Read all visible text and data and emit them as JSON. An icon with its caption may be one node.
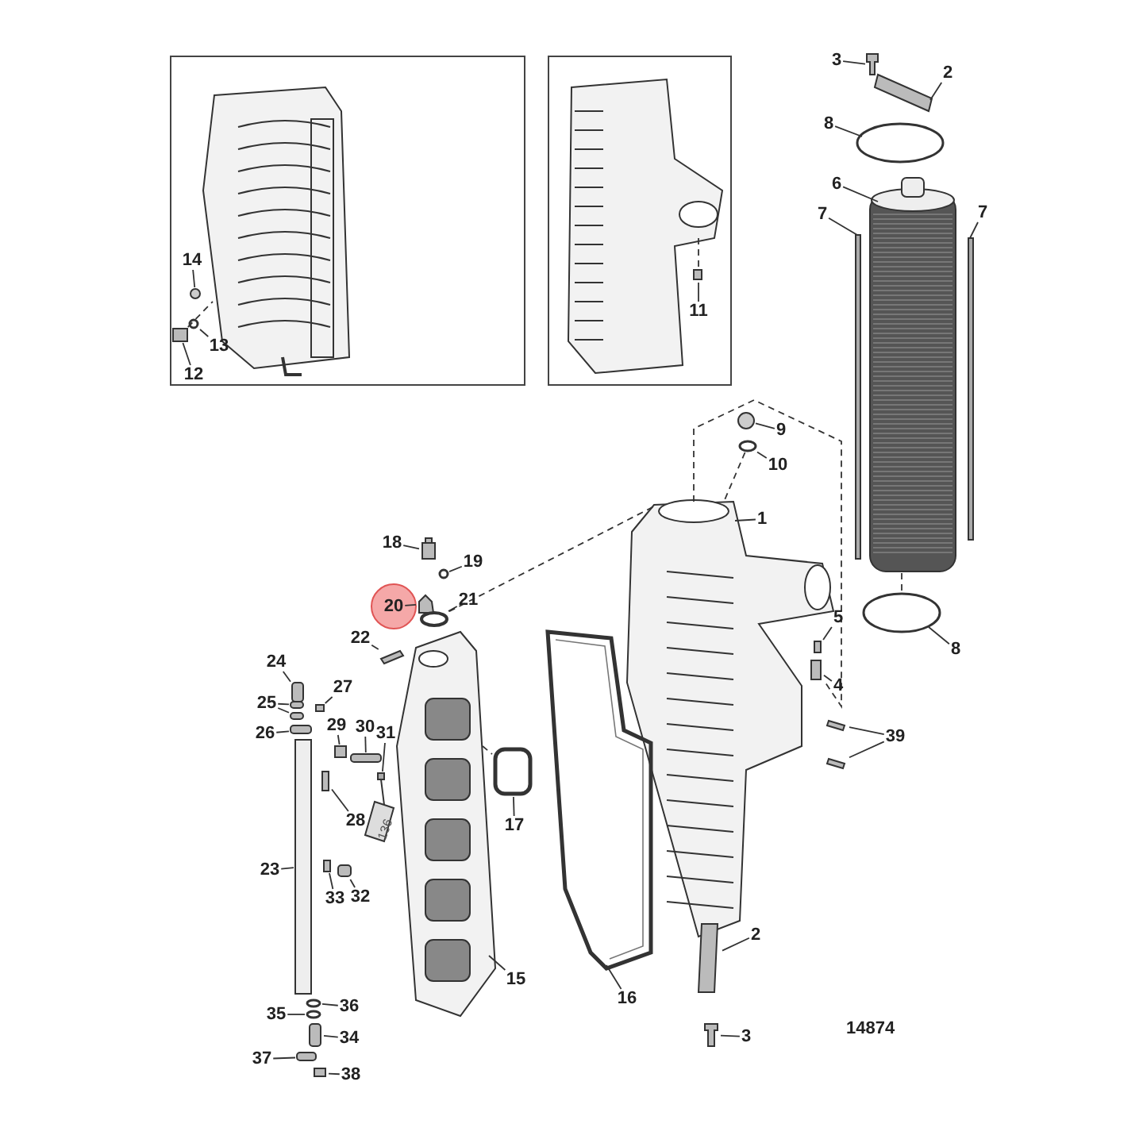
{
  "diagram": {
    "nodes": [
      {
        "text": [],
        "shape": "box"
      },
      {
        "text": [],
        "shape": "box"
      },
      {
        "text": [
          "14"
        ],
        "in": 0
      },
      {
        "text": [
          "13"
        ],
        "in": 0
      },
      {
        "text": [
          "12"
        ],
        "in": 0
      },
      {
        "text": [
          "11"
        ],
        "in": 1
      },
      {
        "text": [
          "3"
        ]
      },
      {
        "text": [
          "2"
        ]
      },
      {
        "text": [
          "8"
        ]
      },
      {
        "text": [
          "6"
        ]
      },
      {
        "text": [
          "7"
        ]
      },
      {
        "text": [
          "7"
        ]
      },
      {
        "text": [
          "9"
        ]
      },
      {
        "text": [
          "10"
        ]
      },
      {
        "text": [
          "1"
        ]
      },
      {
        "text": [
          "18"
        ]
      },
      {
        "text": [
          "19"
        ]
      },
      {
        "text": [
          "20"
        ]
      },
      {
        "text": [
          "21"
        ]
      },
      {
        "text": [
          "5"
        ]
      },
      {
        "text": [
          "22"
        ]
      },
      {
        "text": [
          "8"
        ]
      },
      {
        "text": [
          "24"
        ]
      },
      {
        "text": [
          "4"
        ]
      },
      {
        "text": [
          "27"
        ]
      },
      {
        "text": [
          "25"
        ]
      },
      {
        "text": [
          "29"
        ]
      },
      {
        "text": [
          "30"
        ]
      },
      {
        "text": [
          "26"
        ]
      },
      {
        "text": [
          "39"
        ]
      },
      {
        "text": [
          "31"
        ]
      },
      {
        "text": [
          "28"
        ]
      },
      {
        "text": [
          "17"
        ]
      },
      {
        "text": [
          "23"
        ]
      },
      {
        "text": [
          "33"
        ]
      },
      {
        "text": [
          "32"
        ]
      },
      {
        "text": [
          "2"
        ]
      },
      {
        "text": [
          "15"
        ]
      },
      {
        "text": [
          "16"
        ]
      },
      {
        "text": [
          "36"
        ]
      },
      {
        "text": [
          "35"
        ]
      },
      {
        "text": [
          "3"
        ]
      },
      {
        "text": [
          "34"
        ]
      },
      {
        "text": [
          "37"
        ]
      },
      {
        "text": [
          "38"
        ]
      },
      {
        "text": [],
        "shape": "picture",
        "in": 0
      },
      {
        "text": [],
        "shape": "box",
        "in": 0
      },
      {
        "text": [],
        "shape": "circle",
        "in": 0
      },
      {
        "text": [],
        "shape": "circle",
        "in": 0
      },
      {
        "text": [],
        "shape": "picture",
        "in": 1
      },
      {
        "text": [],
        "shape": "box",
        "in": 1
      },
      {
        "text": [],
        "shape": "box"
      },
      {
        "text": [],
        "shape": "box"
      },
      {
        "text": [],
        "shape": "circle"
      },
      {
        "text": [],
        "shape": "cylinder"
      },
      {
        "text": [],
        "shape": "bar"
      },
      {
        "text": [],
        "shape": "bar"
      },
      {
        "text": [],
        "shape": "circle"
      },
      {
        "text": [],
        "shape": "circle"
      },
      {
        "text": [],
        "shape": "picture"
      },
      {
        "text": [],
        "shape": "box"
      },
      {
        "text": [],
        "shape": "circle"
      },
      {
        "text": [],
        "shape": "box"
      },
      {
        "text": [],
        "shape": "circle"
      },
      {
        "text": [],
        "shape": "box"
      },
      {
        "text": [],
        "shape": "box"
      },
      {
        "text": [],
        "shape": "circle"
      },
      {
        "text": [],
        "shape": "box"
      },
      {
        "text": [],
        "shape": "box"
      },
      {
        "text": [],
        "shape": "box"
      },
      {
        "text": [],
        "shape": "box"
      },
      {
        "text": [],
        "shape": "box"
      },
      {
        "text": [],
        "shape": "box"
      },
      {
        "text": [],
        "shape": "box"
      },
      {
        "text": [],
        "shape": "box"
      },
      {
        "text": [],
        "shape": "box"
      },
      {
        "text": [],
        "shape": "box"
      },
      {
        "text": [],
        "shape": "picture"
      },
      {
        "text": [],
        "shape": "box"
      },
      {
        "text": [],
        "shape": "box"
      },
      {
        "text": [],
        "shape": "bar"
      },
      {
        "text": [],
        "shape": "box"
      },
      {
        "text": [],
        "shape": "box"
      },
      {
        "text": [],
        "shape": "box"
      },
      {
        "text": [],
        "shape": "picture"
      },
      {
        "text": [],
        "shape": "picture"
      },
      {
        "text": [],
        "shape": "circle"
      },
      {
        "text": [],
        "shape": "circle"
      },
      {
        "text": [],
        "shape": "box"
      },
      {
        "text": [],
        "shape": "box"
      },
      {
        "text": [],
        "shape": "box"
      },
      {
        "text": [],
        "shape": "box"
      }
    ],
    "edges": [
      {
        "from": 2,
        "to": 47,
        "arrow": "none"
      },
      {
        "from": 3,
        "to": 48,
        "arrow": "none"
      },
      {
        "from": 4,
        "to": 46,
        "arrow": "none"
      },
      {
        "from": 5,
        "to": 50,
        "arrow": "none"
      },
      {
        "from": 6,
        "to": 51,
        "arrow": "none"
      },
      {
        "from": 7,
        "to": 52,
        "arrow": "none"
      },
      {
        "from": 8,
        "to": 53,
        "arrow": "none"
      },
      {
        "from": 9,
        "to": 54,
        "arrow": "none"
      },
      {
        "from": 10,
        "to": 55,
        "arrow": "none"
      },
      {
        "from": 11,
        "to": 56,
        "arrow": "none"
      },
      {
        "from": 12,
        "to": 57,
        "arrow": "none"
      },
      {
        "from": 13,
        "to": 58,
        "arrow": "none"
      },
      {
        "from": 14,
        "to": 59,
        "arrow": "none"
      },
      {
        "from": 15,
        "to": 60,
        "arrow": "none"
      },
      {
        "from": 16,
        "to": 61,
        "arrow": "none"
      },
      {
        "from": 17,
        "to": 62,
        "arrow": "none"
      },
      {
        "from": 18,
        "to": 63,
        "arrow": "none"
      },
      {
        "from": 19,
        "to": 64,
        "arrow": "none"
      },
      {
        "from": 20,
        "to": 65,
        "arrow": "none"
      },
      {
        "from": 21,
        "to": 66,
        "arrow": "none"
      },
      {
        "from": 22,
        "to": 67,
        "arrow": "none"
      },
      {
        "from": 23,
        "to": 68,
        "arrow": "none"
      },
      {
        "from": 24,
        "to": 69,
        "arrow": "none"
      },
      {
        "from": 25,
        "to": 70,
        "arrow": "none"
      },
      {
        "from": 25,
        "to": 71,
        "arrow": "none"
      },
      {
        "from": 26,
        "to": 72,
        "arrow": "none"
      },
      {
        "from": 27,
        "to": 73,
        "arrow": "none"
      },
      {
        "from": 28,
        "to": 74,
        "arrow": "none"
      },
      {
        "from": 29,
        "to": 75,
        "arrow": "none"
      },
      {
        "from": 29,
        "to": 76,
        "arrow": "none"
      },
      {
        "from": 30,
        "to": 77,
        "arrow": "none"
      },
      {
        "from": 31,
        "to": 78,
        "arrow": "none"
      },
      {
        "from": 32,
        "to": 79,
        "arrow": "none"
      },
      {
        "from": 33,
        "to": 80,
        "arrow": "none"
      },
      {
        "from": 34,
        "to": 81,
        "arrow": "none"
      },
      {
        "from": 35,
        "to": 82,
        "arrow": "none"
      },
      {
        "from": 36,
        "to": 83,
        "arrow": "none"
      },
      {
        "from": 37,
        "to": 84,
        "arrow": "none"
      },
      {
        "from": 38,
        "to": 85,
        "arrow": "none"
      },
      {
        "from": 39,
        "to": 86,
        "arrow": "none"
      },
      {
        "from": 40,
        "to": 87,
        "arrow": "none"
      },
      {
        "from": 41,
        "to": 88,
        "arrow": "none"
      },
      {
        "from": 42,
        "to": 89,
        "arrow": "none"
      },
      {
        "from": 43,
        "to": 90,
        "arrow": "none"
      },
      {
        "from": 44,
        "to": 91,
        "arrow": "none"
      },
      {
        "from": 46,
        "to": 45,
        "arrow": "none",
        "style": "dashed"
      },
      {
        "from": 50,
        "to": 49,
        "arrow": "none",
        "style": "dashed"
      },
      {
        "from": 63,
        "to": 59,
        "arrow": "none",
        "style": "dashed"
      },
      {
        "from": 58,
        "to": 59,
        "arrow": "none",
        "style": "dashed"
      },
      {
        "from": 59,
        "to": 68,
        "arrow": "none",
        "style": "dashed"
      },
      {
        "from": 84,
        "to": 79,
        "arrow": "none",
        "style": "dashed"
      },
      {
        "from": 54,
        "to": 66,
        "arrow": "none",
        "style": "dashed"
      }
    ],
    "labels": [
      "136",
      "14874"
    ]
  }
}
